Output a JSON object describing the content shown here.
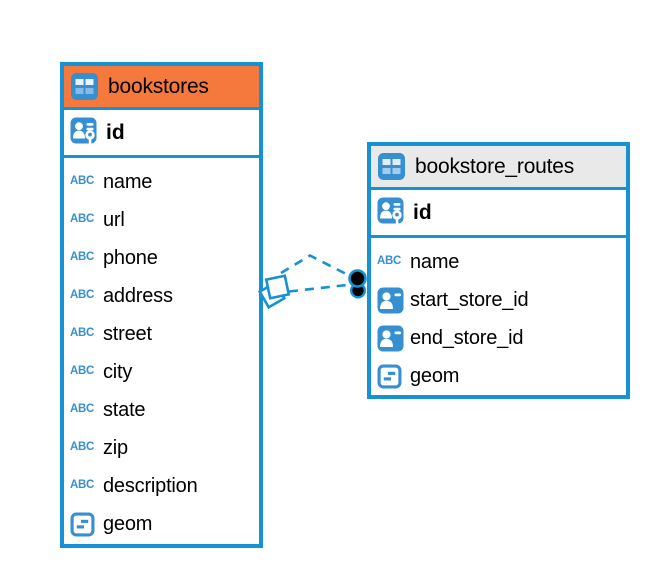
{
  "icons": {
    "text_type_label": "ABC"
  },
  "colors": {
    "accent_blue": "#1591d4",
    "icon_blue": "#368fd0",
    "bookstores_header": "#f5783c",
    "bookstore_routes_header": "#e9e9e9",
    "relationship_marker_fill": "#000000",
    "canvas_background": "#ffffff"
  },
  "tables": [
    {
      "name": "bookstores",
      "header_style": "orange",
      "columns": [
        {
          "name": "id",
          "type": "primary-key"
        },
        {
          "name": "name",
          "type": "text"
        },
        {
          "name": "url",
          "type": "text"
        },
        {
          "name": "phone",
          "type": "text"
        },
        {
          "name": "address",
          "type": "text"
        },
        {
          "name": "street",
          "type": "text"
        },
        {
          "name": "city",
          "type": "text"
        },
        {
          "name": "state",
          "type": "text"
        },
        {
          "name": "zip",
          "type": "text"
        },
        {
          "name": "description",
          "type": "text"
        },
        {
          "name": "geom",
          "type": "geometry"
        }
      ]
    },
    {
      "name": "bookstore_routes",
      "header_style": "gray",
      "columns": [
        {
          "name": "id",
          "type": "primary-key"
        },
        {
          "name": "name",
          "type": "text"
        },
        {
          "name": "start_store_id",
          "type": "reference"
        },
        {
          "name": "end_store_id",
          "type": "reference"
        },
        {
          "name": "geom",
          "type": "geometry"
        }
      ]
    }
  ],
  "relationships": {
    "line_style": "dashed",
    "lines": [
      {
        "from": "bookstores",
        "to": "bookstore_routes",
        "route": "upper"
      },
      {
        "from": "bookstores",
        "to": "bookstore_routes",
        "route": "lower"
      }
    ],
    "markers": {
      "bookstores_end": "double-diamond",
      "bookstore_routes_end": "double-filled-circle"
    }
  }
}
